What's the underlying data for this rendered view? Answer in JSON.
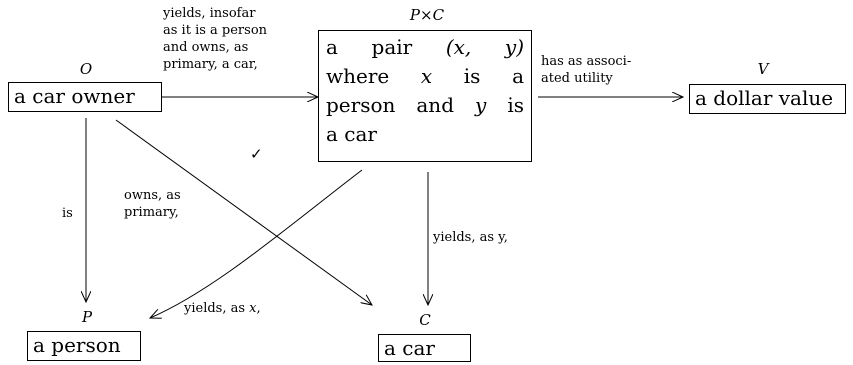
{
  "nodes": {
    "owner": {
      "symbol": "O",
      "label": "a car owner"
    },
    "pair": {
      "symbol": "P×C",
      "lines": [
        "a pair (x, y)",
        "where x is a",
        "person and y is",
        "a car"
      ]
    },
    "dollar": {
      "symbol": "V",
      "label": "a dollar value"
    },
    "person": {
      "symbol": "P",
      "label": "a person"
    },
    "car": {
      "symbol": "C",
      "label": "a car"
    }
  },
  "edges": {
    "owner_to_pair": {
      "lines": [
        "yields, insofar",
        "as it is a person",
        "and owns, as",
        "primary, a car,"
      ]
    },
    "pair_to_dollar": {
      "lines": [
        "has as associ-",
        "ated utility"
      ]
    },
    "owner_to_person": {
      "label": "is"
    },
    "owner_to_car": {
      "lines": [
        "owns, as",
        "primary,"
      ]
    },
    "pair_to_person": {
      "prefix": "yields, as ",
      "var": "x",
      "suffix": ","
    },
    "pair_to_car": {
      "label": "yields, as y,"
    }
  },
  "checkmark": "✓"
}
